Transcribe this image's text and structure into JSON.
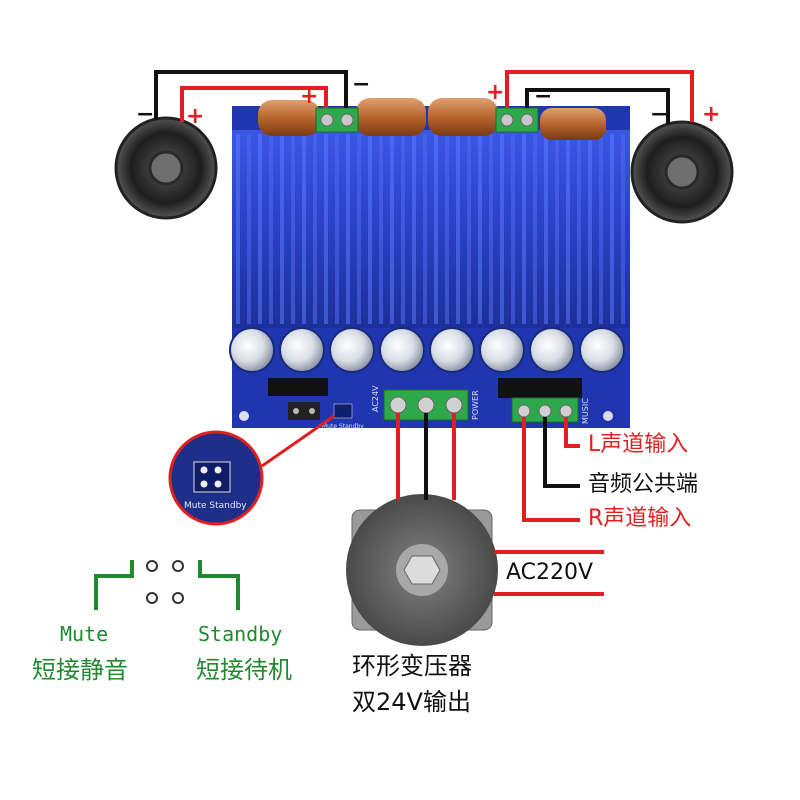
{
  "speaker_left": {
    "minus": "−",
    "plus": "+"
  },
  "speaker_right": {
    "minus": "−",
    "plus": "+"
  },
  "left_terminal": {
    "plus": "+",
    "minus": "−"
  },
  "right_terminal": {
    "plus": "+",
    "minus": "−"
  },
  "audio_inputs": {
    "left": "L声道输入",
    "common": "音频公共端",
    "right": "R声道输入"
  },
  "power": {
    "mains": "AC220V"
  },
  "transformer": {
    "line1": "环形变压器",
    "line2": "双24V输出"
  },
  "jumper": {
    "mute_en": "Mute",
    "mute_zh": "短接静音",
    "standby_en": "Standby",
    "standby_zh": "短接待机"
  },
  "board_silk": {
    "ac24v": "AC24V",
    "power": "POWER",
    "music": "MUSIC",
    "mute_standby": "Mute Standby",
    "inset_mute_standby": "Mute Standby"
  },
  "colors": {
    "heatsink": "#2f45c8",
    "pcb": "#1f36b0",
    "wire_red": "#e02020",
    "wire_black": "#111111",
    "label_green": "#1f8a2e"
  }
}
